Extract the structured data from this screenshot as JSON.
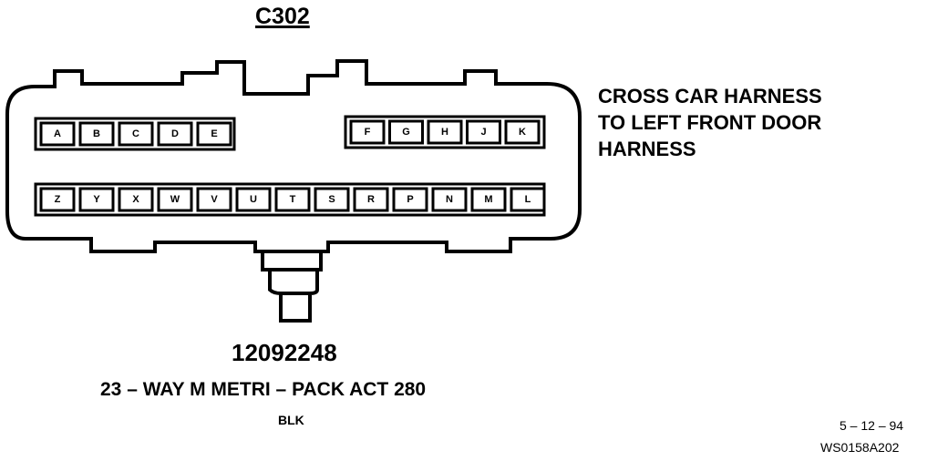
{
  "connector": {
    "id": "C302",
    "description_lines": [
      "CROSS CAR HARNESS",
      "TO LEFT FRONT DOOR",
      "HARNESS"
    ],
    "part_number": "12092248",
    "type": "23 – WAY M METRI – PACK ACT 280",
    "color": "BLK"
  },
  "pins": {
    "top_left": [
      "A",
      "B",
      "C",
      "D",
      "E"
    ],
    "top_right": [
      "F",
      "G",
      "H",
      "J",
      "K"
    ],
    "bottom": [
      "Z",
      "Y",
      "X",
      "W",
      "V",
      "U",
      "T",
      "S",
      "R",
      "P",
      "N",
      "M",
      "L"
    ]
  },
  "footer": {
    "date": "5 – 12 – 94",
    "figure_id": "WS0158A202"
  }
}
